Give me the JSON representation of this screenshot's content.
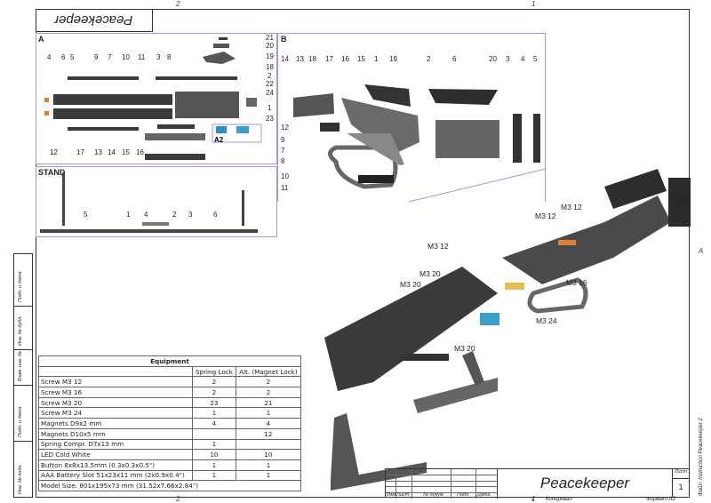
{
  "title": "Peacekeeper",
  "zones": {
    "top": [
      "2",
      "1"
    ],
    "bottom": [
      "2",
      "1"
    ],
    "right": "A"
  },
  "panels": {
    "a": {
      "label": "A",
      "sub_label": "A2",
      "callouts": [
        "4",
        "6",
        "5",
        "9",
        "7",
        "10",
        "11",
        "3",
        "8",
        "21",
        "20",
        "19",
        "18",
        "2",
        "22",
        "24",
        "1",
        "23",
        "12",
        "17",
        "13",
        "14",
        "15",
        "16"
      ]
    },
    "b": {
      "label": "B",
      "callouts": [
        "14",
        "13",
        "18",
        "17",
        "16",
        "15",
        "1",
        "19",
        "2",
        "6",
        "20",
        "3",
        "4",
        "5",
        "12",
        "9",
        "7",
        "8",
        "10",
        "11"
      ]
    },
    "stand": {
      "label": "STAND",
      "callouts": [
        "5",
        "1",
        "4",
        "2",
        "3",
        "6"
      ]
    }
  },
  "assembly_callouts": [
    "M3 20",
    "M3 12",
    "M3 12",
    "M3 12",
    "M3 20",
    "M3 20",
    "M3 16",
    "M3 24",
    "M3 20"
  ],
  "equipment": {
    "title": "Equipment",
    "columns": [
      "",
      "Spring Lock",
      "Alt. (Magnet Lock)"
    ],
    "rows": [
      [
        "Screw M3 12",
        "2",
        "2"
      ],
      [
        "Screw M3 16",
        "2",
        "2"
      ],
      [
        "Screw M3 20",
        "23",
        "21"
      ],
      [
        "Screw M3 24",
        "1",
        "1"
      ],
      [
        "Magnets D9x2 mm",
        "4",
        "4"
      ],
      [
        "Magnets D10x5 mm",
        "",
        "12"
      ],
      [
        "Spring Compr. D7x13 mm",
        "1",
        ""
      ],
      [
        "LED Cold White",
        "10",
        "10"
      ],
      [
        "Button 8x8x13.5mm (0.3x0.3x0.5\")",
        "1",
        "1"
      ],
      [
        "AAA Battery Slot 51x23x11 mm (2x0.9x0.4\")",
        "1",
        "1"
      ]
    ],
    "footer": "Model Size: 801x195x73 mm (31.52x7.66x2.84\")"
  },
  "side_block": [
    "Подп. и дата",
    "Инв. № дубл.",
    "Взам. инв. №",
    "Подп. и дата",
    "Инв. № подл."
  ],
  "title_block": {
    "columns": [
      "Изм.",
      "Лист",
      "№ докум.",
      "Подп.",
      "Дата"
    ],
    "name": "Peacekeeper",
    "sheet_label": "Лист",
    "sheet": "1",
    "copied_num": "1",
    "copied": "Копировал",
    "format": "Формат A3",
    "file": "Файл: Instruction Peacekeeper 2"
  }
}
